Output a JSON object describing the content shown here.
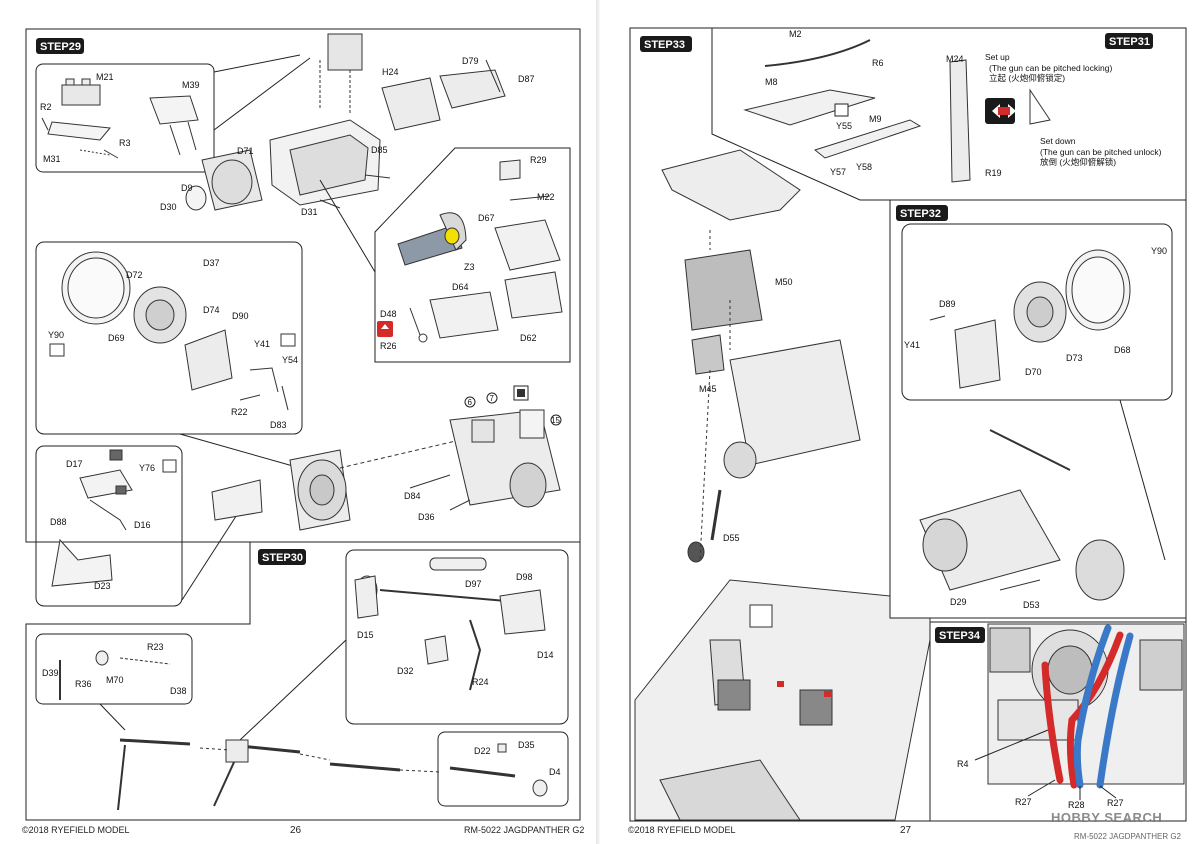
{
  "left_page": {
    "footer": {
      "copyright": "©2018 RYEFIELD MODEL",
      "page_number": "26",
      "model": "RM-5022 JAGDPANTHER G2"
    },
    "step29": {
      "title": "STEP29",
      "labels": [
        "M21",
        "M39",
        "R2",
        "R3",
        "M31",
        "D71",
        "D9",
        "D30",
        "D31",
        "D85",
        "H24",
        "D79",
        "D87",
        "R29",
        "M22",
        "D67",
        "Z3",
        "D64",
        "D48",
        "R26",
        "D62",
        "D37",
        "D72",
        "D74",
        "D90",
        "Y41",
        "D69",
        "Y54",
        "Y90",
        "R22",
        "D83",
        "D17",
        "Y76",
        "D16",
        "D88",
        "D23",
        "D84",
        "D36"
      ],
      "callouts": [
        "6",
        "7",
        "15"
      ]
    },
    "step30": {
      "title": "STEP30",
      "labels": [
        "D98",
        "D97",
        "D15",
        "D32",
        "D14",
        "R24",
        "R23",
        "D39",
        "R36",
        "M70",
        "D38",
        "D22",
        "D35",
        "D4"
      ]
    }
  },
  "right_page": {
    "footer": {
      "copyright": "©2018 RYEFIELD MODEL",
      "page_number": "27",
      "model": "RM-5022 JAGDPANTHER G2"
    },
    "step33": {
      "title": "STEP33",
      "labels": [
        "M50",
        "M45",
        "D55"
      ]
    },
    "step31": {
      "title": "STEP31",
      "labels": [
        "M2",
        "R6",
        "M8",
        "M24",
        "Y55",
        "M9",
        "Y57",
        "Y58",
        "R19"
      ],
      "set_up": {
        "title": "Set up",
        "english": "(The gun can be pitched locking)",
        "chinese": "立起 (火炮仰俯锁定)"
      },
      "set_down": {
        "title": "Set down",
        "english": "(The gun can be pitched unlock)",
        "chinese": "放倒 (火炮仰俯解锁)"
      }
    },
    "step32": {
      "title": "STEP32",
      "labels": [
        "D89",
        "Y90",
        "Y41",
        "D73",
        "D68",
        "D70",
        "D29",
        "D53"
      ]
    },
    "step34": {
      "title": "STEP34",
      "labels": [
        "R4",
        "R27",
        "R28",
        "R27"
      ]
    },
    "watermark": "HOBBY SEARCH"
  },
  "colors": {
    "step_tag": "#1a1a1a",
    "red_hose": "#d42a2a",
    "blue_hose": "#3a78c8",
    "line": "#222222",
    "callout_yellow": "#f2e000"
  }
}
